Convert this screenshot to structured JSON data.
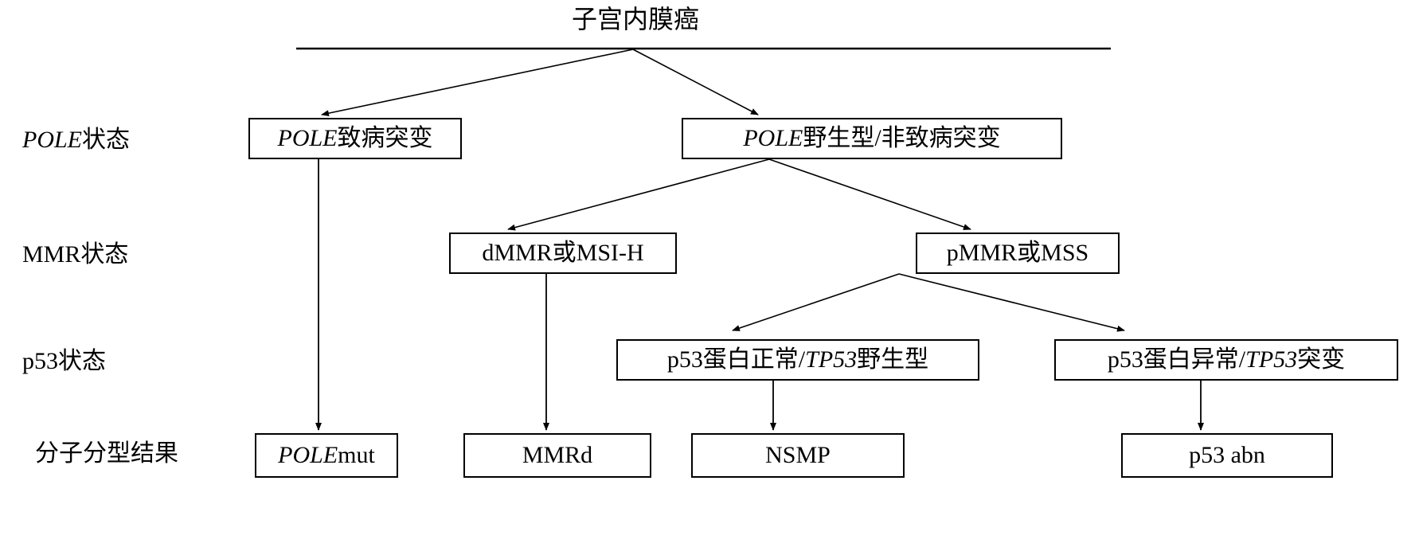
{
  "diagram": {
    "title": "子宫内膜癌",
    "row_labels": [
      {
        "id": "pole-status",
        "text_italic": "POLE",
        "text_rest": "状态"
      },
      {
        "id": "mmr-status",
        "text_italic": "",
        "text_rest": "MMR状态"
      },
      {
        "id": "p53-status",
        "text_italic": "",
        "text_rest": "p53状态"
      },
      {
        "id": "molecular-result",
        "text_italic": "",
        "text_rest": "分子分型结果"
      }
    ],
    "nodes": {
      "pole_path": {
        "italic": "POLE",
        "rest": "致病突变"
      },
      "pole_wt": {
        "italic": "POLE",
        "rest": "野生型/非致病突变"
      },
      "dmmr": {
        "italic": "",
        "rest": "dMMR或MSI-H"
      },
      "pmmr": {
        "italic": "",
        "rest": "pMMR或MSS"
      },
      "p53_normal": {
        "pre": "p53蛋白正常/",
        "italic": "TP53",
        "rest": "野生型"
      },
      "p53_abnormal": {
        "pre": "p53蛋白异常/",
        "italic": "TP53",
        "rest": "突变"
      },
      "result_pole": {
        "italic": "POLE",
        "rest": " mut"
      },
      "result_mmrd": {
        "italic": "",
        "rest": "MMRd"
      },
      "result_nsmp": {
        "italic": "",
        "rest": "NSMP"
      },
      "result_p53abn": {
        "italic": "",
        "rest": "p53 abn"
      }
    },
    "colors": {
      "stroke": "#000000",
      "background": "#ffffff",
      "text": "#000000"
    }
  }
}
